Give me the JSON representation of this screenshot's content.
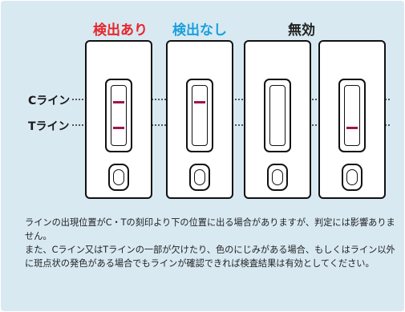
{
  "headers": {
    "positive": {
      "label": "検出あり",
      "color": "#e6262a"
    },
    "negative": {
      "label": "検出なし",
      "color": "#1aa0dc"
    },
    "invalid": {
      "label": "無効",
      "color": "#222222"
    }
  },
  "row_labels": {
    "control": "Cライン",
    "test": "Tライン"
  },
  "line_color": "#a0144f",
  "cards": [
    {
      "result": "positive",
      "control_line": true,
      "test_line": true
    },
    {
      "result": "negative",
      "control_line": true,
      "test_line": false
    },
    {
      "result": "invalid",
      "control_line": false,
      "test_line": false
    },
    {
      "result": "invalid",
      "control_line": false,
      "test_line": true
    }
  ],
  "notes": {
    "line1": "ラインの出現位置がC・Tの刻印より下の位置に出る場合がありますが、判定には影響ありません。",
    "line2": "また、Cライン又はTラインの一部が欠けたり、色のにじみがある場合、もしくはライン以外に斑点状の発色がある場合でもラインが確認できれば検査結果は有効としてください。"
  }
}
